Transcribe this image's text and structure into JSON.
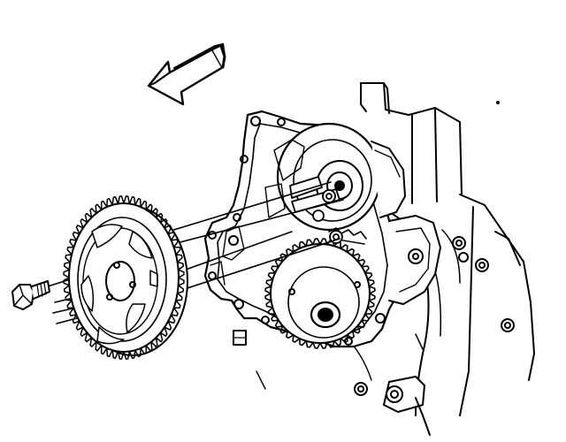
{
  "diagram": {
    "style": "black line-art exploded view",
    "colors": {
      "ink": "#000000",
      "paper": "#ffffff"
    },
    "parts": [
      {
        "id": "direction-arrow",
        "icon": "arrow-icon",
        "direction": "upper-left"
      },
      {
        "id": "gear",
        "teeth": 60,
        "icon": "gear-icon"
      },
      {
        "id": "bolt",
        "icon": "bolt-icon"
      },
      {
        "id": "timing-cover",
        "icon": "cover-icon"
      },
      {
        "id": "inner-gear",
        "icon": "gear-icon"
      },
      {
        "id": "engine-block",
        "icon": "block-icon"
      }
    ]
  }
}
